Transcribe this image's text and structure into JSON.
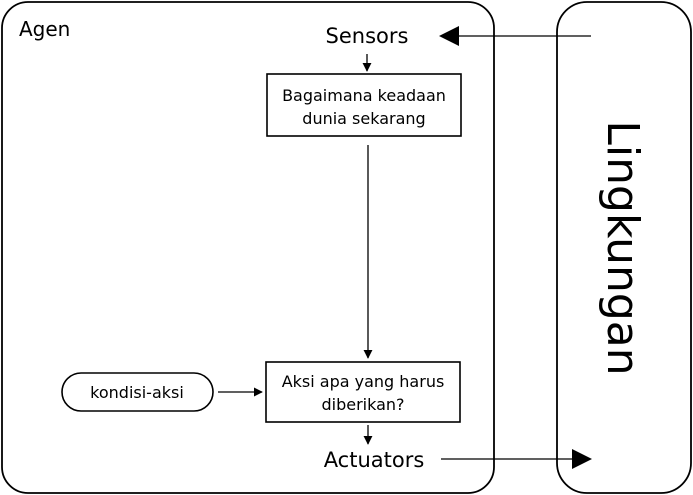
{
  "agent": {
    "label": "Agen",
    "sensors": "Sensors",
    "actuators": "Actuators",
    "state_box": {
      "line1": "Bagaimana keadaan",
      "line2": "dunia sekarang"
    },
    "action_box": {
      "line1": "Aksi apa yang harus",
      "line2": "diberikan?"
    },
    "rules": "kondisi-aksi"
  },
  "environment": {
    "label": "Lingkungan"
  },
  "colors": {
    "stroke": "#000000",
    "background": "#ffffff"
  }
}
